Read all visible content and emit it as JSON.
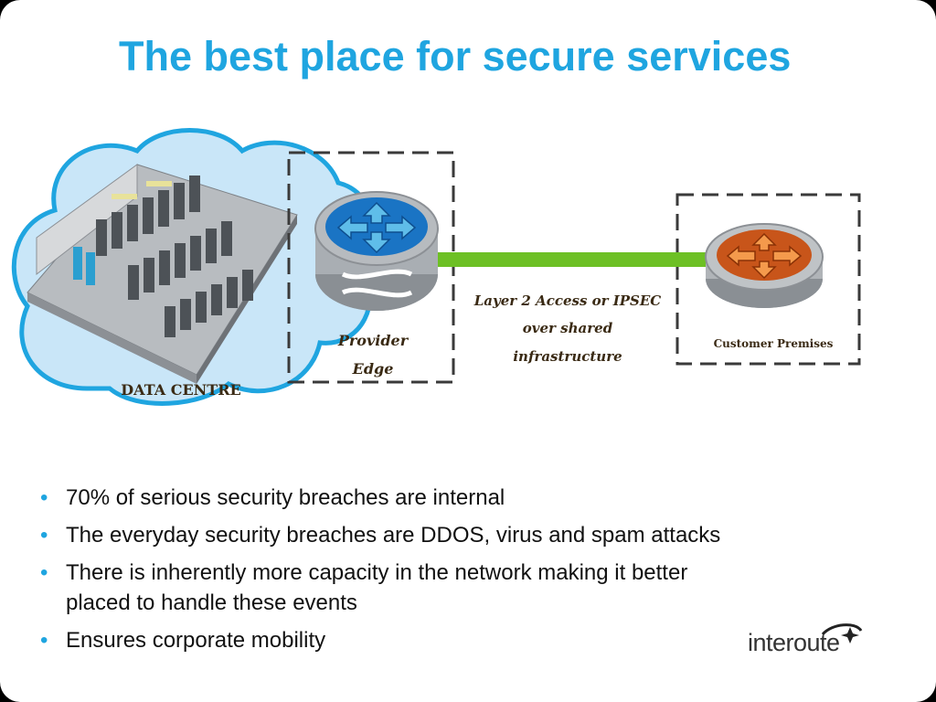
{
  "slide": {
    "title": "The best place for secure services",
    "diagram": {
      "data_centre_label": "DATA CENTRE",
      "provider_edge_label": [
        "Provider",
        "Edge"
      ],
      "link_label": [
        "Layer 2 Access or IPSEC",
        "over shared",
        "infrastructure"
      ],
      "customer_label": "Customer Premises"
    },
    "bullets": [
      "70% of serious security breaches are internal",
      "The everyday security breaches are DDOS, virus and spam attacks",
      "There is inherently more capacity in the network making it better placed to handle these events",
      "Ensures corporate mobility"
    ],
    "logo_text": "interoute",
    "colors": {
      "title": "#1fa5e0",
      "cloud_fill": "#c9e6f8",
      "cloud_stroke": "#1fa5e0",
      "link": "#6dc024",
      "router_blue": "#1a74c4",
      "router_orange": "#e8681c"
    },
    "icons": [
      "cloud",
      "data-centre-image",
      "router-icon",
      "router-icon",
      "interoute-logo"
    ]
  }
}
